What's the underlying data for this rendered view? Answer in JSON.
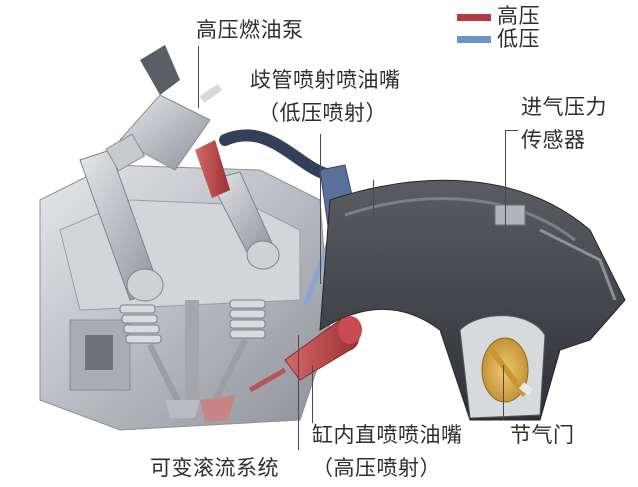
{
  "legend": {
    "items": [
      {
        "label": "高压",
        "color": "#b43a42"
      },
      {
        "label": "低压",
        "color": "#6e93c8"
      }
    ]
  },
  "labels": {
    "hp_pump": "高压燃油泵",
    "manifold_injector_line1": "歧管喷射喷油嘴",
    "manifold_injector_line2": "（低压喷射）",
    "intake_sensor_line1": "进气压力",
    "intake_sensor_line2": "传感器",
    "direct_injector_line1": "缸内直喷喷油嘴",
    "direct_injector_line2": "（高压喷射）",
    "tumble_system": "可变滚流系统",
    "throttle": "节气门"
  },
  "colors": {
    "high_pressure": "#b43a42",
    "low_pressure": "#6e93c8",
    "engine_metal": "#c9cbd0",
    "manifold_dark": "#3f4147",
    "hose_blue": "#34405a",
    "throttle_gold": "#d9a94a"
  }
}
